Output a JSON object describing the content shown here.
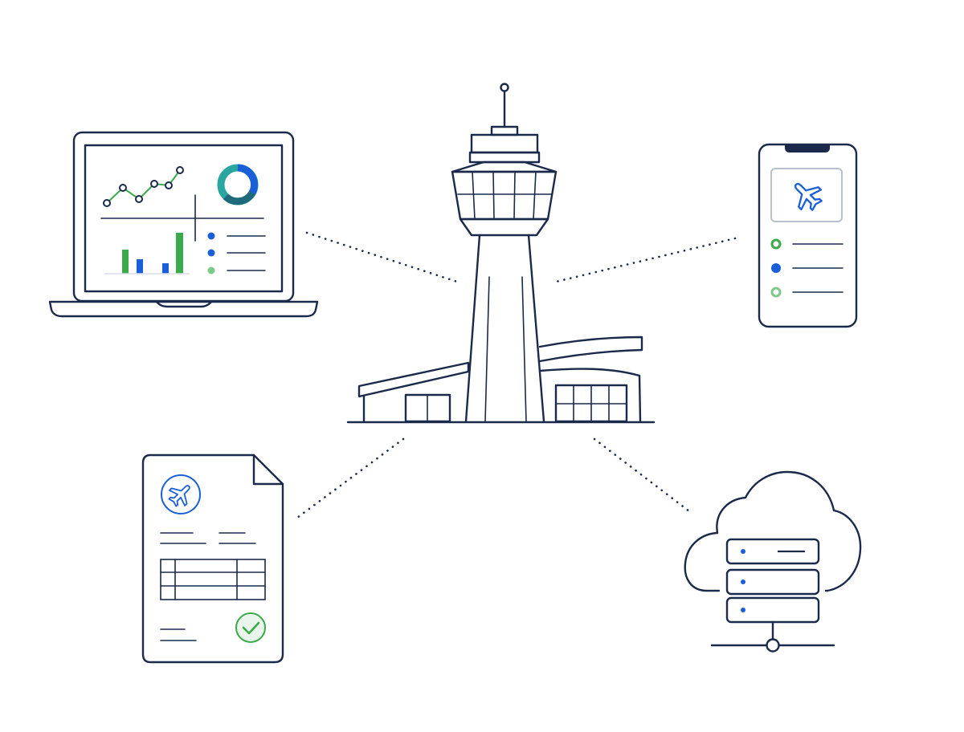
{
  "colors": {
    "outline": "#1b2a4a",
    "accent": "#1a5fd8",
    "green": "#3aaa4a",
    "light_green": "#7cc98a",
    "background": "#ffffff"
  },
  "scene": {
    "hub": "control-tower",
    "nodes": [
      "laptop-dashboard",
      "mobile-flight-app",
      "flight-document",
      "cloud-server"
    ],
    "connector_style": "dotted"
  }
}
